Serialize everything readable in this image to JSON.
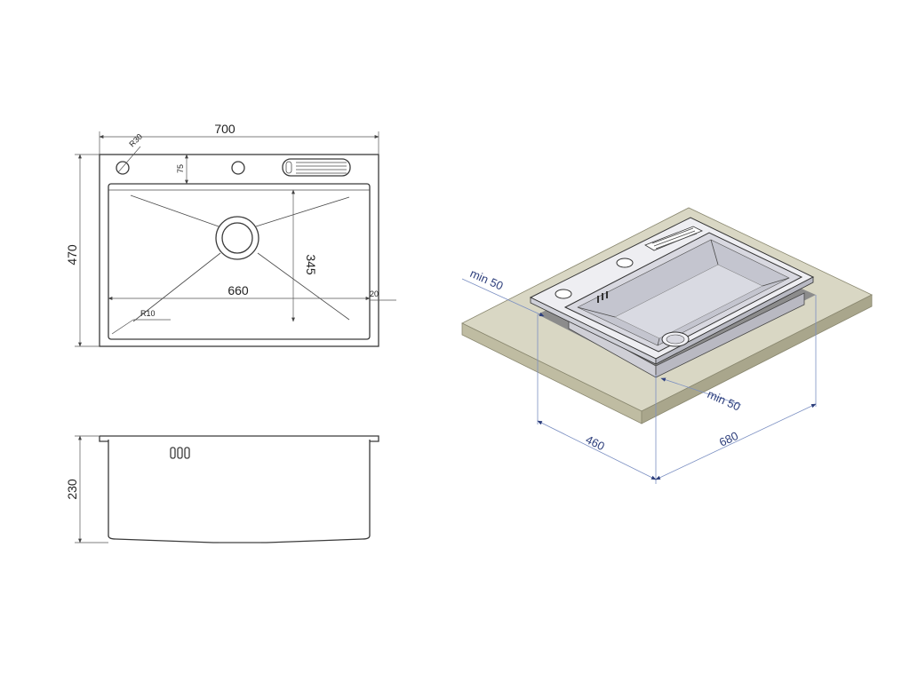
{
  "top_view": {
    "width": "700",
    "height": "470",
    "radius_corner": "R30",
    "tap_offset": "75",
    "bowl_width": "660",
    "bowl_height": "345",
    "rim": "20",
    "radius_inner": "R10"
  },
  "side_view": {
    "depth": "230"
  },
  "installation_view": {
    "min_left": "min 50",
    "min_front": "min 50",
    "cutout_depth": "460",
    "cutout_width": "680"
  },
  "colors": {
    "line": "#3a3a3a",
    "dimension_blue": "#2e3f7c",
    "countertop_top": "#d9d7c4",
    "countertop_edge": "#bfbca2",
    "sink_steel": "#dfdfe6"
  }
}
